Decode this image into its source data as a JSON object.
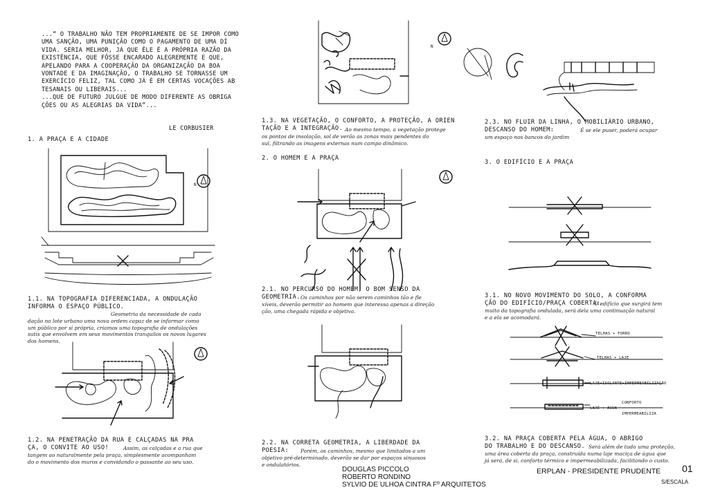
{
  "quote": {
    "lines": [
      "...“ O TRABALHO NÃO TEM PROPRIAMENTE DE SE IMPOR COMO",
      "UMA SANÇÃO, UMA PUNIÇÃO COMO O PAGAMENTO DE UMA DÍ",
      "VIDA. SERIA MELHOR, JÁ QUE ÊLE É A PRÓPRIA RAZÃO DA",
      "EXISTÊNCIA, QUE FÔSSE ENCARADO ALEGREMENTE E QUE,",
      "APELANDO PARA A COOPERAÇÃO DA ORGANIZAÇÃO DA BOA",
      "VONTADE E DA IMAGINAÇÃO, O TRABALHO SE TORNASSE UM",
      "EXERCÍCIO FELIZ, TAL COMO JÁ É EM CERTAS VOCAÇÕES AB",
      "TESANAIS OU LIBERAIS...",
      "...QUE DE FUTURO JULGUE DE MODO DIFERENTE AS OBRIGA",
      "ÇÕES OU AS ALEGRIAS DA VIDA”..."
    ],
    "author": "LE CORBUSIER"
  },
  "col1": {
    "section_title": "1. A PRAÇA E A CIDADE",
    "item_1_1": {
      "heading_lines": [
        "1.1. NA TOPOGRAFIA DIFERENCIADA, A ONDULAÇÃO",
        "INFORMA O ESPAÇO PÚBLICO."
      ],
      "text_lines": [
        "Geometria da necessidade de cada",
        "dação no lote urbano uma nova ordem capaz de se informar como",
        "um público por si própria, criamos uma topografia de ondulações",
        "sutis que envolvem em seus movimentos tranquilos os novos lugares",
        "dos homens."
      ]
    },
    "item_1_2": {
      "heading_lines": [
        "1.2. NA PENETRAÇÃO DA RUA E CALÇADAS NA PRA",
        "ÇA, O CONVITE AO USO!"
      ],
      "text_lines": [
        "Assim, as calçadas e a rua que",
        "tangem ao naturalmente pela praça, simplesmente acompanham",
        "do o movimento dos muros e convidando o passante ao seu uso."
      ]
    }
  },
  "col2": {
    "item_1_3": {
      "heading_lines": [
        "1.3. NA VEGETAÇÃO, O CONFORTO, A PROTEÇÃO, A ORIEN",
        "TAÇÃO E A INTEGRAÇÃO."
      ],
      "text_lines": [
        "Ao mesmo tempo, a vegetação protege",
        "os pontos de insolação, sol de verão as zonas mais pendentes do",
        "sul, filtrando as imagens externas num campo dinâmico."
      ]
    },
    "section_2": "2. O HOMEM E A PRAÇA",
    "item_2_1": {
      "heading_lines": [
        "2.1. NO PERCURSO DO HOMEM, O BOM SENSO DA",
        "GEOMETRIA."
      ],
      "text_lines": [
        "Os caminhos por não serem caminhos tão e fle",
        "xíveis, deverão permitir ao homem que interessa apenas a direção",
        "ção, uma chegada rápida e objetiva."
      ]
    },
    "item_2_2": {
      "heading_lines": [
        "2.2. NA CORRETA GEOMETRIA, A LIBERDADE DA",
        "POESIA:"
      ],
      "text_lines": [
        "Porém, os caminhos, mesmo que limitados a um",
        "objetivo pré-determinado, deverão se dar por espaços sinuosos",
        "e ondulatórios."
      ]
    },
    "credits": [
      "DOUGLAS PICCOLO",
      "ROBERTO RONDINO",
      "SYLVIO DE ULHOA CINTRA Fº  ARQUITETOS"
    ]
  },
  "col3": {
    "item_2_3": {
      "heading_lines": [
        "2.3. NO FLUIR DA LINHA, O MOBILIÁRIO URBANO,",
        "DESCANSO DO HOMEM:"
      ],
      "text_lines": [
        "É se ele puser, poderá ocupar",
        "um espaço nos bancos do jardim"
      ]
    },
    "section_3": "3. O EDIFÍCIO E A PRAÇA",
    "item_3_1": {
      "heading_lines": [
        "3.1. NO NOVO MOVIMENTO DO SOLO, A CONFORMA",
        "ÇÃO DO EDIFÍCIO/PRAÇA COBERTA:"
      ],
      "text_lines": [
        "O edifício que surgirá tem",
        "muito da topografia ondulada, será dela uma continuação natural",
        "e a ela se acomodará."
      ]
    },
    "diagram_labels": [
      "TELHAS + FORRO",
      "TELHAS + LAJE",
      "LAJE+ISOLANTE+IMPERMEABILIZAÇÃO",
      "CONFORTO",
      "LAJE + ÁGUA",
      "IMPERMEABILIZA"
    ],
    "item_3_2": {
      "heading_lines": [
        "3.2. NA PRAÇA COBERTA PELA ÁGUA, O ABRIGO",
        "DO TRABALHO E DO DESCANSO."
      ],
      "text_lines": [
        "Será além de tudo uma proteção,",
        "uma área coberta da praça, construída numa laje maciça de água que",
        "já será, de si, conforto térmico e impermeabilizada, facilitando o custo."
      ]
    },
    "title_block": {
      "name": "ERPLAN - PRESIDENTE PRUDENTE",
      "sheet": "01",
      "scale": "S/ESCALA"
    }
  },
  "north_label": "N"
}
